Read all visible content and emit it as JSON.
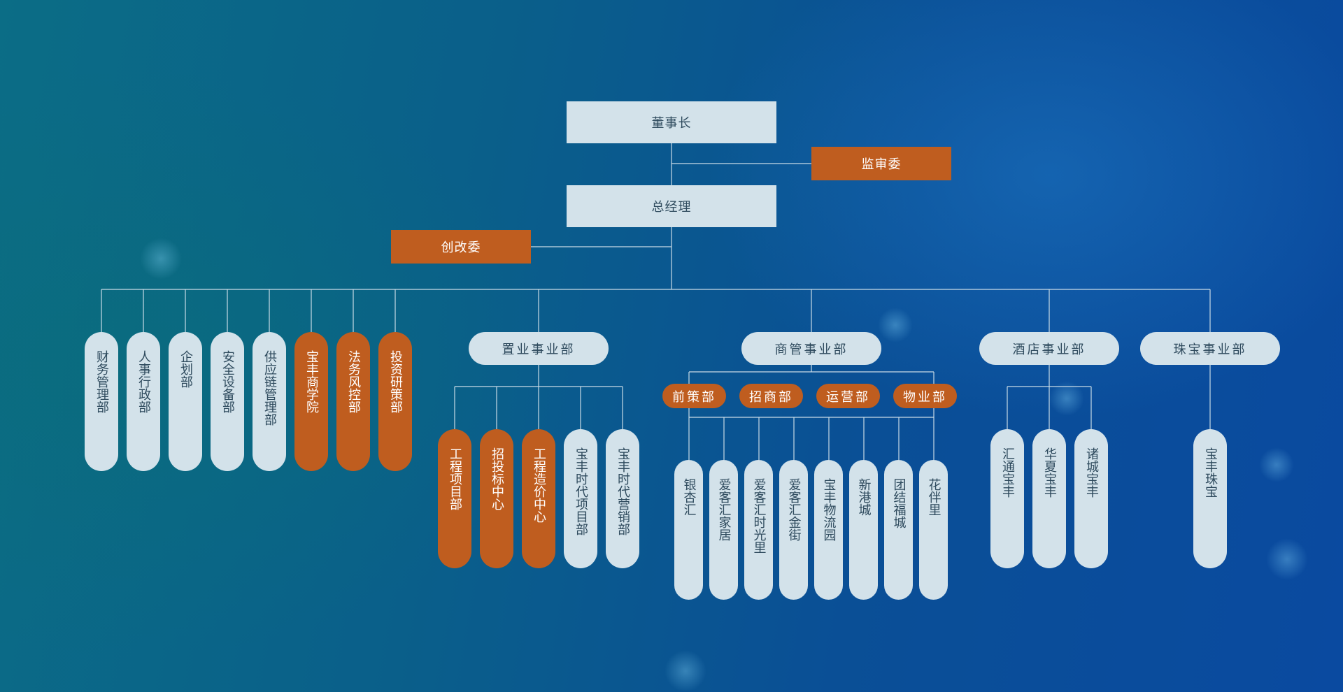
{
  "top": {
    "chairman": "董事长",
    "supervisory": "监审委",
    "general_manager": "总经理",
    "reform_committee": "创改委"
  },
  "departments": [
    {
      "label": "财务管理部",
      "style": "light"
    },
    {
      "label": "人事行政部",
      "style": "light"
    },
    {
      "label": "企划部",
      "style": "light"
    },
    {
      "label": "安全设备部",
      "style": "light"
    },
    {
      "label": "供应链管理部",
      "style": "light"
    },
    {
      "label": "宝丰商学院",
      "style": "orange"
    },
    {
      "label": "法务风控部",
      "style": "orange"
    },
    {
      "label": "投资研策部",
      "style": "orange"
    }
  ],
  "divisions": {
    "real_estate": {
      "label": "置业事业部",
      "children": [
        {
          "label": "工程项目部",
          "style": "orange"
        },
        {
          "label": "招投标中心",
          "style": "orange"
        },
        {
          "label": "工程造价中心",
          "style": "orange"
        },
        {
          "label": "宝丰时代项目部",
          "style": "light"
        },
        {
          "label": "宝丰时代营销部",
          "style": "light"
        }
      ]
    },
    "commercial": {
      "label": "商管事业部",
      "subdepts": [
        "前策部",
        "招商部",
        "运营部",
        "物业部"
      ],
      "children": [
        "银杏汇",
        "爱客汇家居",
        "爱客汇时光里",
        "爱客汇金街",
        "宝丰物流园",
        "新港城",
        "团结福城",
        "花伴里"
      ]
    },
    "hotel": {
      "label": "酒店事业部",
      "children": [
        "汇通宝丰",
        "华夏宝丰",
        "诸城宝丰"
      ]
    },
    "jewelry": {
      "label": "珠宝事业部",
      "children": [
        "宝丰珠宝"
      ]
    }
  },
  "colors": {
    "accent_orange": "#bf5d1f",
    "box_light": "#d3e2ea",
    "connector": "#c9dbe6",
    "text_dark": "#2e4a5d"
  }
}
